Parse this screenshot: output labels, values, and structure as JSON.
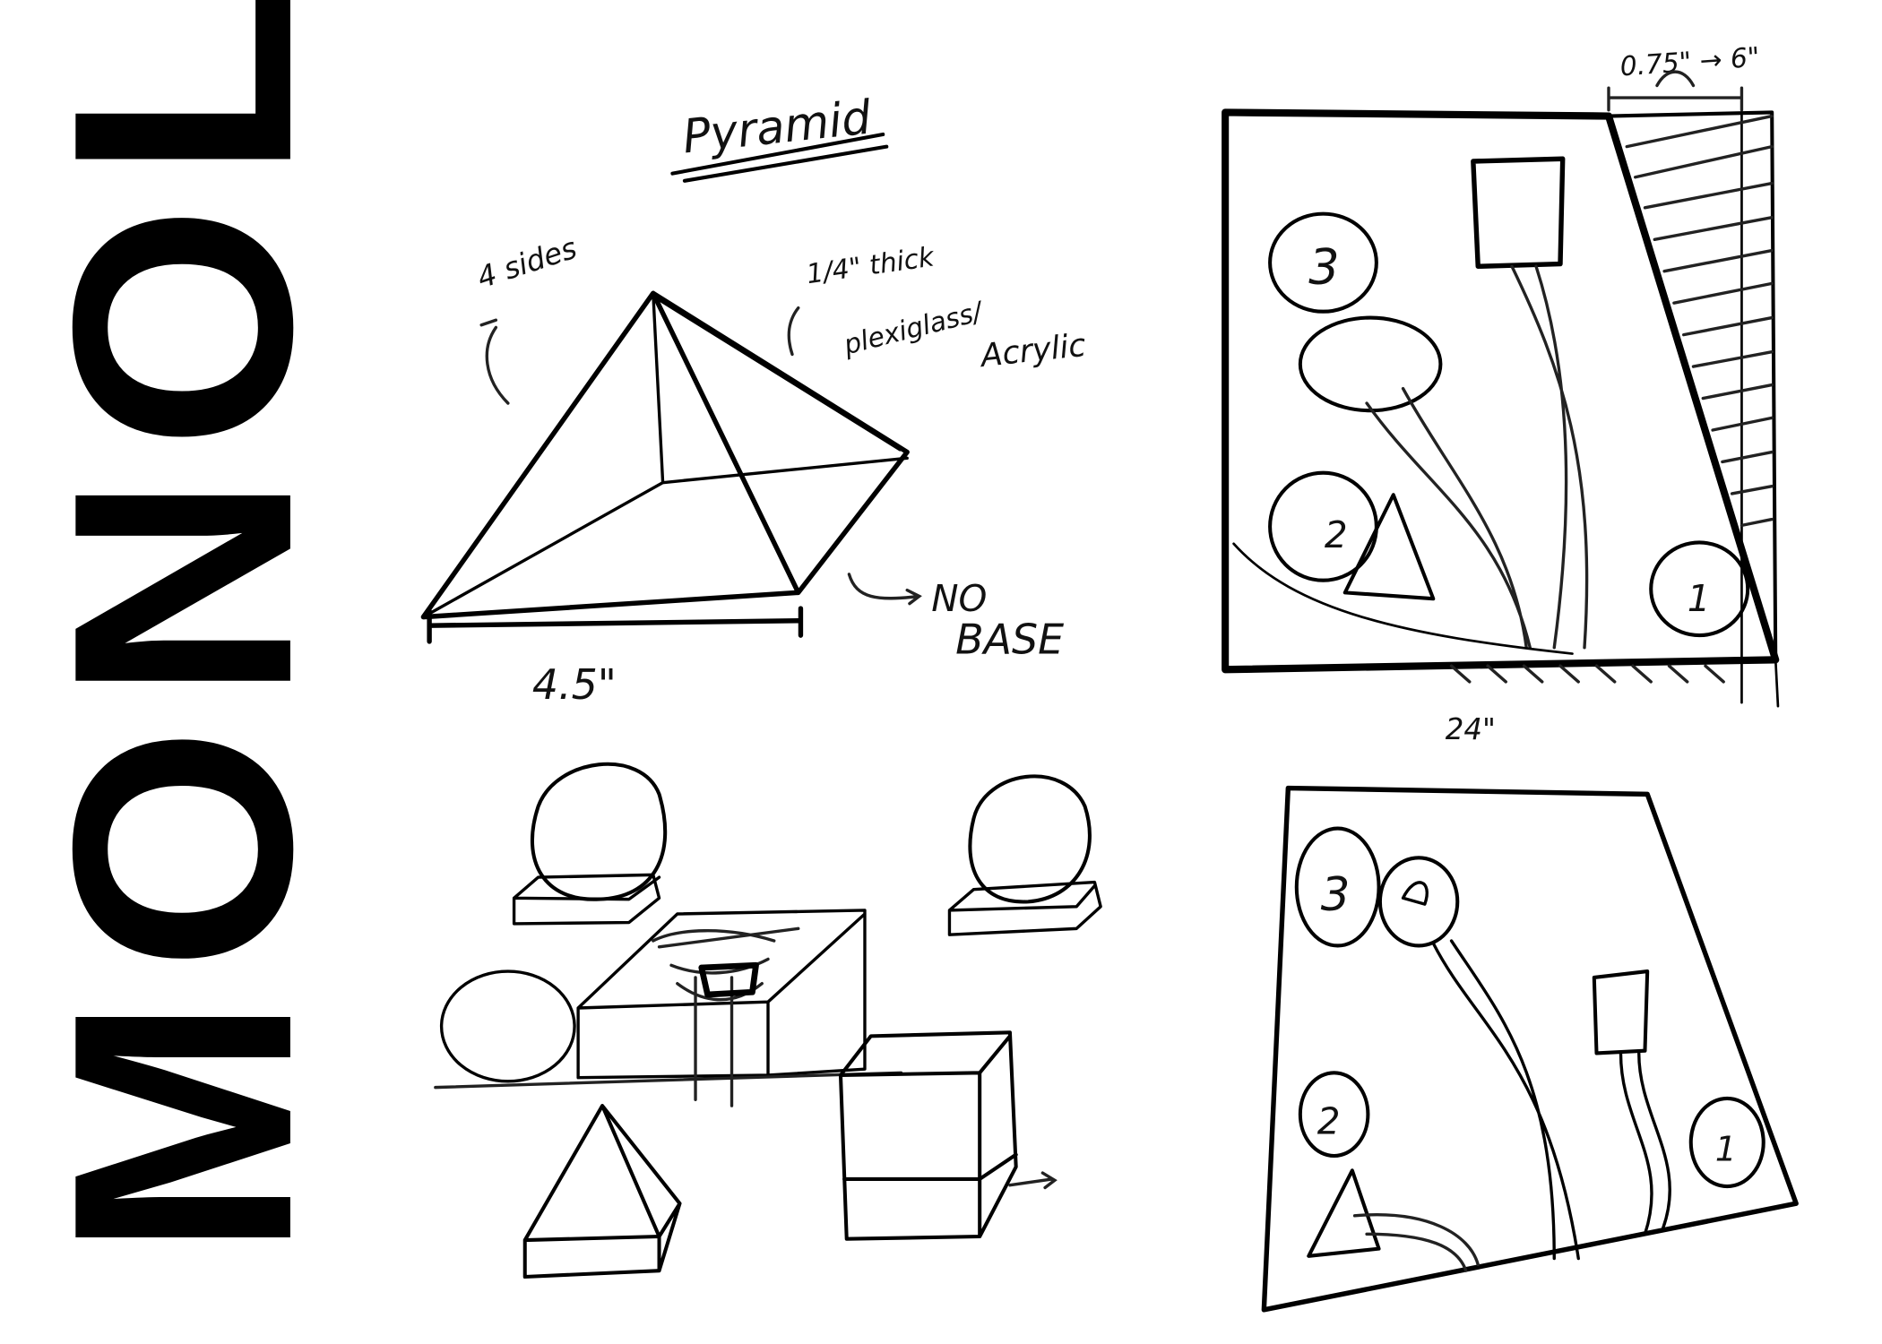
{
  "title": "MONOLITH",
  "pyramid_sketch": {
    "heading": "Pyramid",
    "sides_note": "4 sides",
    "material_note_1": "1/4\" thick",
    "material_note_2": "plexiglass/",
    "material_note_3": "Acrylic",
    "base_note_1": "NO",
    "base_note_2": "BASE",
    "width_label": "4.5\""
  },
  "layout_plan": {
    "depth_label": "0.75\" → 6\"",
    "width_label": "24\"",
    "markers": [
      "3",
      "2",
      "1"
    ]
  },
  "perspective_plan": {
    "markers": [
      "3",
      "2",
      "1"
    ]
  }
}
